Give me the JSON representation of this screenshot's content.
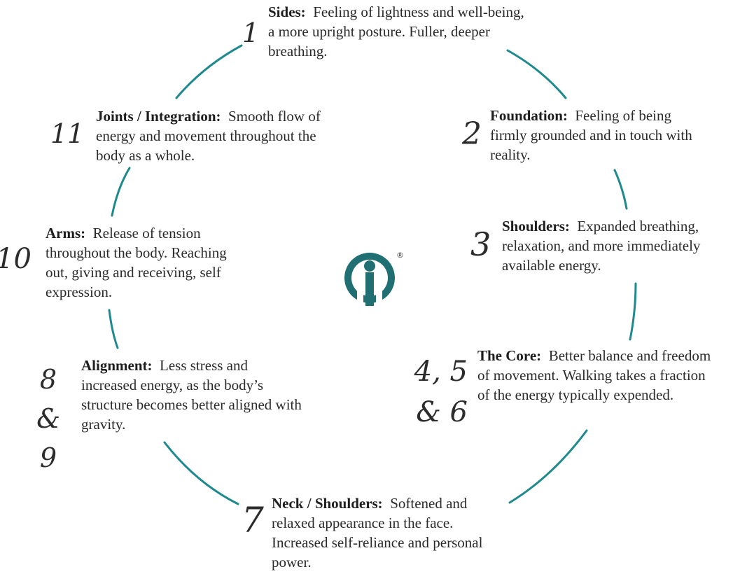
{
  "items": [
    {
      "number": "1",
      "title": "Sides:",
      "text": "Feeling of lightness and well-being, a more upright posture. Fuller, deeper breathing."
    },
    {
      "number": "2",
      "title": "Foundation:",
      "text": "Feeling of being firmly grounded and in touch with reality."
    },
    {
      "number": "3",
      "title": "Shoulders:",
      "text": "Expanded breathing, relaxation, and more immediately available energy."
    },
    {
      "number": "4, 5 & 6",
      "title": "The Core:",
      "text": "Better balance and freedom of movement. Walking takes a fraction of the energy typically expended."
    },
    {
      "number": "7",
      "title": "Neck / Shoulders:",
      "text": "Softened and relaxed appearance in the face. Increased self-reliance and personal power."
    },
    {
      "number": "8 & 9",
      "title": "Alignment:",
      "text": "Less stress and increased energy, as the body’s structure becomes better aligned with gravity."
    },
    {
      "number": "10",
      "title": "Arms:",
      "text": "Release of tension throughout the body. Reaching out, giving and receiving, self expression."
    },
    {
      "number": "11",
      "title": "Joints / Integration:",
      "text": "Smooth flow of energy and movement throughout the body as a whole."
    }
  ],
  "logo": {
    "registered_mark": "®",
    "accent_color": "#1f8a8e",
    "mark_color": "#1f6f73"
  }
}
